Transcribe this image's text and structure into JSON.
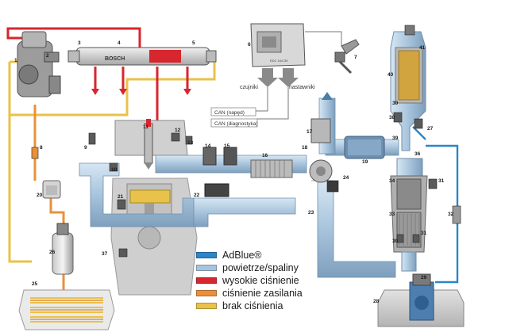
{
  "colors": {
    "adblue": "#2a86c8",
    "exhaust": "#a8c4dc",
    "high_pressure": "#d7262e",
    "feed_pressure": "#e8913a",
    "no_pressure": "#e8c24a"
  },
  "components": {
    "c1": "1",
    "c2": "2",
    "c3": "3",
    "c4": "4",
    "c5": "5",
    "c6": "6",
    "c7": "7",
    "c8": "8",
    "c9": "9",
    "c10": "10",
    "c11": "11",
    "c12": "12",
    "c13": "13",
    "c14": "14",
    "c15": "15",
    "c16": "16",
    "c17": "17",
    "c18": "18",
    "c19": "19",
    "c20": "20",
    "c21": "21",
    "c22": "22",
    "c23": "23",
    "c24": "24",
    "c25": "25",
    "c26": "26",
    "c27": "27",
    "c28": "28",
    "c29": "29",
    "c30": "30",
    "c30b": "30",
    "c31": "31",
    "c31b": "31",
    "c32": "32",
    "c33": "33",
    "c34": "34",
    "c36": "36",
    "c37": "37",
    "c38": "38",
    "c39": "39",
    "c40": "40",
    "c41": "41"
  },
  "labels": {
    "brand": "BOSCH",
    "ecu_mark": "EDC 16/C39",
    "sensors": "czujniki",
    "actuators": "nastawniki",
    "can_drive": "CAN (napęd)",
    "can_diag": "CAN (diagnostyka)"
  },
  "legend": [
    {
      "label": "AdBlue®",
      "color": "#2a86c8"
    },
    {
      "label": "powietrze/spaliny",
      "color": "#a8c4dc"
    },
    {
      "label": "wysokie ciśnienie",
      "color": "#d7262e"
    },
    {
      "label": "ciśnienie zasilania",
      "color": "#e8913a"
    },
    {
      "label": "brak ciśnienia",
      "color": "#e8c24a"
    }
  ]
}
